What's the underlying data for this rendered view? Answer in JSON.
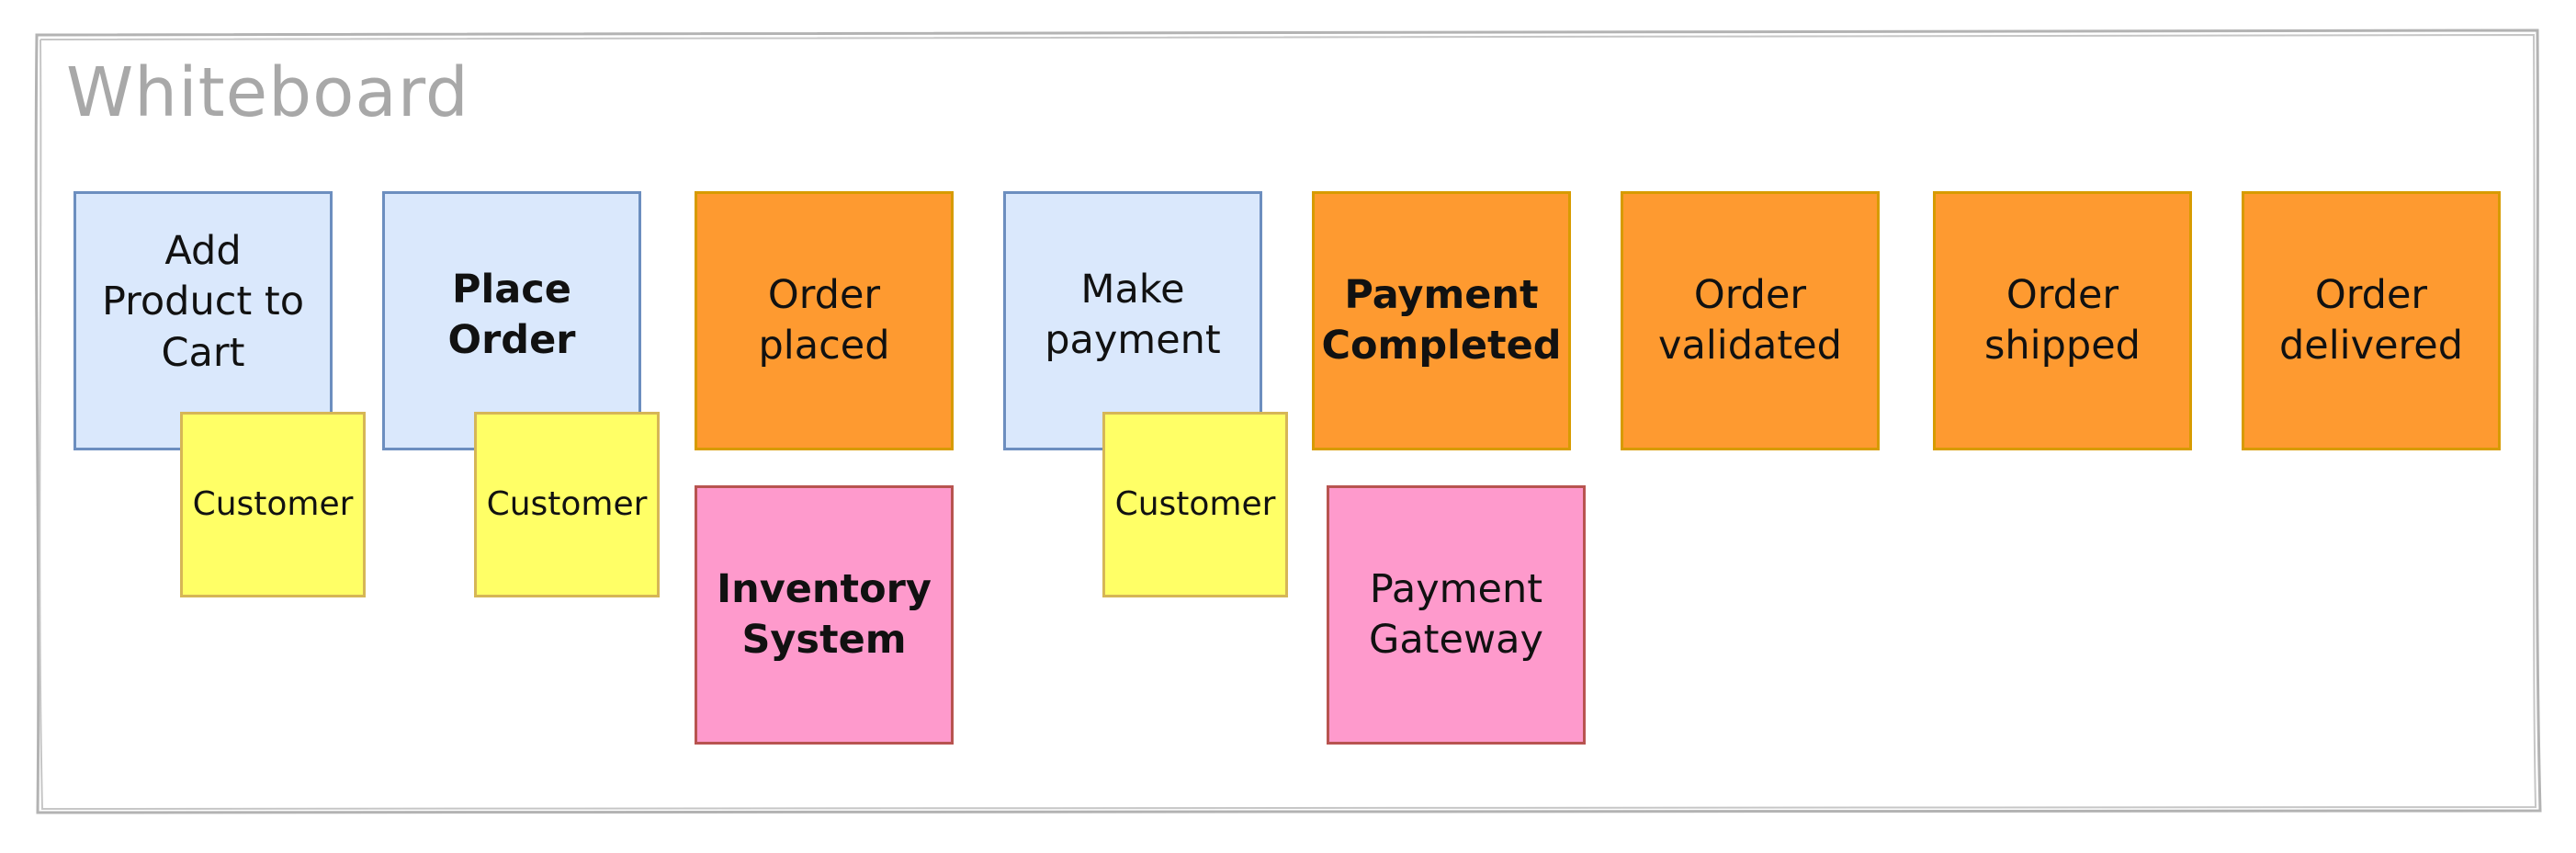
{
  "board": {
    "title": "Whiteboard",
    "colors": {
      "frame": "#b3b3b3",
      "title": "#a8a8a8",
      "command_fill": "#dae8fc",
      "command_stroke": "#6c8ebf",
      "event_fill": "#fe9a30",
      "event_stroke": "#d79b00",
      "system_fill": "#fe9acc",
      "system_stroke": "#b85450",
      "actor_fill": "#ffff66",
      "actor_stroke": "#d6b656"
    }
  },
  "notes": {
    "add_product": "Add\nProduct to\nCart",
    "place_order": "Place\nOrder",
    "order_placed": "Order\nplaced",
    "make_payment": "Make\npayment",
    "payment_completed": "Payment\nCompleted",
    "order_validated": "Order\nvalidated",
    "order_shipped": "Order\nshipped",
    "order_delivered": "Order\ndelivered",
    "inventory_system": "Inventory\nSystem",
    "payment_gateway": "Payment\nGateway",
    "customer_1": "Customer",
    "customer_2": "Customer",
    "customer_3": "Customer"
  }
}
